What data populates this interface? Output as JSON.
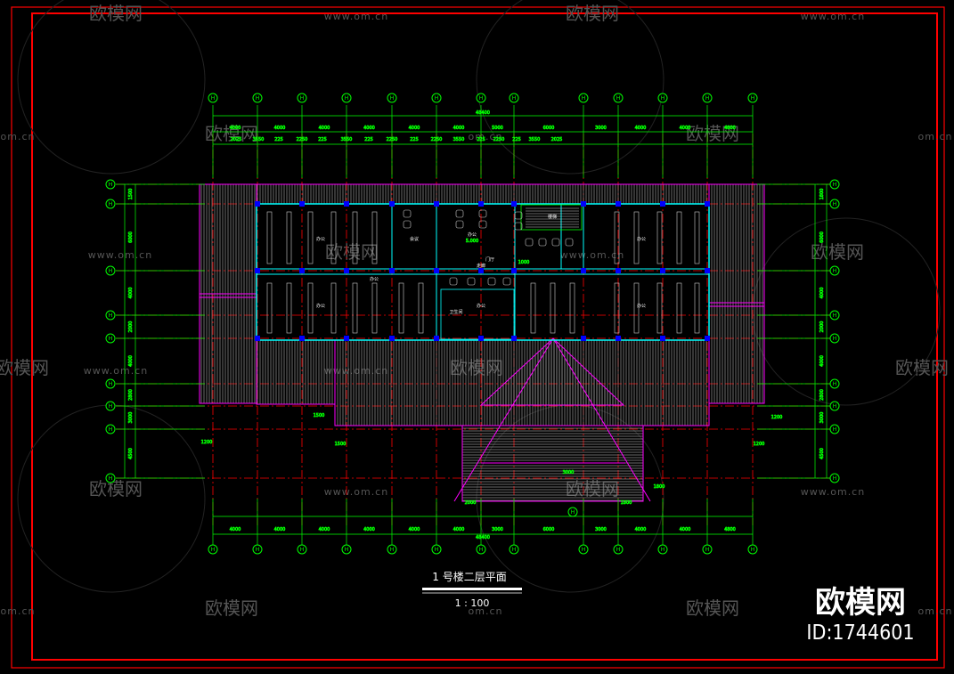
{
  "drawing": {
    "title": "1  号楼二层平面",
    "scale": "1 : 100"
  },
  "brand": {
    "name": "欧模网",
    "id": "ID:1744601"
  },
  "watermarks": {
    "text": "欧模网",
    "url": "www.om.cn",
    "url_short": "om.cn"
  },
  "dimensions": {
    "top_total": "48400",
    "top_row": [
      "4000",
      "4000",
      "4000",
      "4000",
      "4000",
      "4000",
      "5000",
      "6000",
      "3000",
      "4000",
      "4000",
      "4800"
    ],
    "top_sub_row": [
      "2025",
      "3550",
      "225",
      "2250",
      "225",
      "3550",
      "225",
      "2250",
      "225",
      "2250",
      "3550",
      "225",
      "2250",
      "225",
      "3550",
      "2025"
    ],
    "bottom_total": "48400",
    "bottom_row": [
      "4000",
      "4000",
      "4000",
      "4000",
      "4000",
      "4000",
      "3000",
      "6000",
      "3000",
      "4000",
      "4000",
      "4800"
    ],
    "left_col": [
      "1500",
      "6000",
      "4000",
      "2000",
      "4000",
      "2800",
      "3000",
      "4500"
    ],
    "right_col": [
      "1800",
      "6000",
      "4000",
      "2000",
      "4000",
      "2800",
      "3000",
      "4500"
    ],
    "misc": [
      "1200",
      "1500",
      "1500",
      "1200",
      "1200",
      "2000",
      "1800",
      "3000",
      "1800",
      "5.000",
      "1000"
    ]
  },
  "grid_labels": {
    "top": [
      "H",
      "H",
      "H",
      "H",
      "H",
      "H",
      "H",
      "H",
      "H",
      "H",
      "H",
      "H",
      "H"
    ],
    "left": [
      "H",
      "H",
      "H",
      "H",
      "H",
      "H",
      "H",
      "H",
      "H"
    ],
    "right": [
      "H",
      "H",
      "H",
      "H",
      "H",
      "H",
      "H",
      "H",
      "H"
    ],
    "bottom": [
      "H",
      "H",
      "H",
      "H",
      "H",
      "H",
      "H",
      "H",
      "H",
      "H",
      "H",
      "H",
      "H"
    ]
  },
  "rooms": [
    "办公",
    "办公",
    "会议",
    "办公",
    "办公",
    "门厅",
    "卫生间",
    "楼梯",
    "办公",
    "办公",
    "走廊",
    "办公"
  ],
  "colors": {
    "background": "#000000",
    "frame": "#ff0000",
    "grid_axis": "#ff0000",
    "dimension": "#00ff00",
    "wall": "#ff00ff",
    "interior": "#00ffff",
    "column": "#0000ff",
    "hatch": "#ffffff"
  }
}
